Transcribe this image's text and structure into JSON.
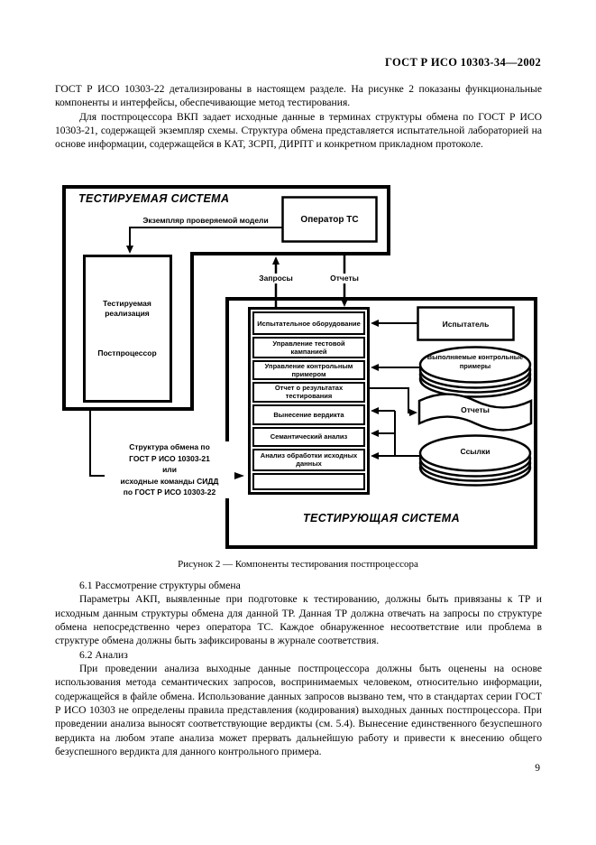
{
  "page": {
    "header": "ГОСТ Р ИСО 10303-34—2002",
    "page_number": "9"
  },
  "intro": {
    "p1": "ГОСТ Р ИСО 10303-22 детализированы в настоящем разделе. На рисунке 2 показаны функциональные компоненты и интерфейсы, обеспечивающие метод тестирования.",
    "p2": "Для постпроцессора ВКП задает исходные данные в терминах структуры обмена по ГОСТ Р ИСО 10303-21, содержащей экземпляр схемы. Структура обмена представляется испытательной лабораторией на основе информации, содержащейся в КАТ, ЗСРП, ДИРПТ и конкретном прикладном протоколе."
  },
  "figure": {
    "caption": "Рисунок 2 — Компоненты тестирования постпроцессора",
    "tested_system": {
      "title": "ТЕСТИРУЕМАЯ СИСТЕМА",
      "operator": "Оператор ТС",
      "model_instance_label": "Экземпляр проверяемой модели",
      "implementation": "Тестируемая реализация",
      "postprocessor": "Постпроцессор"
    },
    "flows": {
      "requests": "Запросы",
      "reports": "Отчеты"
    },
    "testing_system": {
      "title": "ТЕСТИРУЮЩАЯ СИСТЕМА",
      "stack": [
        "Испытательное оборудование",
        "Управление тестовой кампанией",
        "Управление контрольным примером",
        "Отчет о результатах тестирования",
        "Вынесение вердикта",
        "Семантический анализ",
        "Анализ обработки исходных данных"
      ],
      "tester": "Испытатель",
      "executed_cases": "Выполняемые контрольные примеры",
      "reports_doc": "Отчеты",
      "links": "Ссылки"
    },
    "exchange_label": {
      "l1": "Структура обмена по",
      "l2": "ГОСТ Р ИСО 10303-21",
      "l3": "или",
      "l4": "исходные команды СИДД",
      "l5": "по ГОСТ Р ИСО 10303-22"
    }
  },
  "sections": {
    "s61_title": "6.1 Рассмотрение структуры обмена",
    "s61_body": "Параметры АКП, выявленные при подготовке к тестированию, должны быть привязаны к ТР и исходным данным структуры обмена для данной ТР. Данная ТР должна отвечать на запросы по структуре обмена непосредственно через оператора ТС. Каждое обнаруженное несоответствие или проблема в структуре обмена должны быть зафиксированы в журнале соответствия.",
    "s62_title": "6.2 Анализ",
    "s62_body": "При проведении анализа выходные данные постпроцессора должны быть оценены на основе использования метода семантических запросов, воспринимаемых человеком, относительно информации, содержащейся в файле обмена. Использование данных запросов вызвано тем, что в стандартах серии ГОСТ Р ИСО 10303 не определены правила представления (кодирования) выходных данных постпроцессора. При проведении анализа выносят соответствующие вердикты (см. 5.4). Вынесение единственного безуспешного вердикта на любом этапе анализа может прервать дальнейшую работу и привести к внесению общего безуспешного вердикта для данного контрольного примера.",
    "figure_caption_binding_note": ""
  }
}
